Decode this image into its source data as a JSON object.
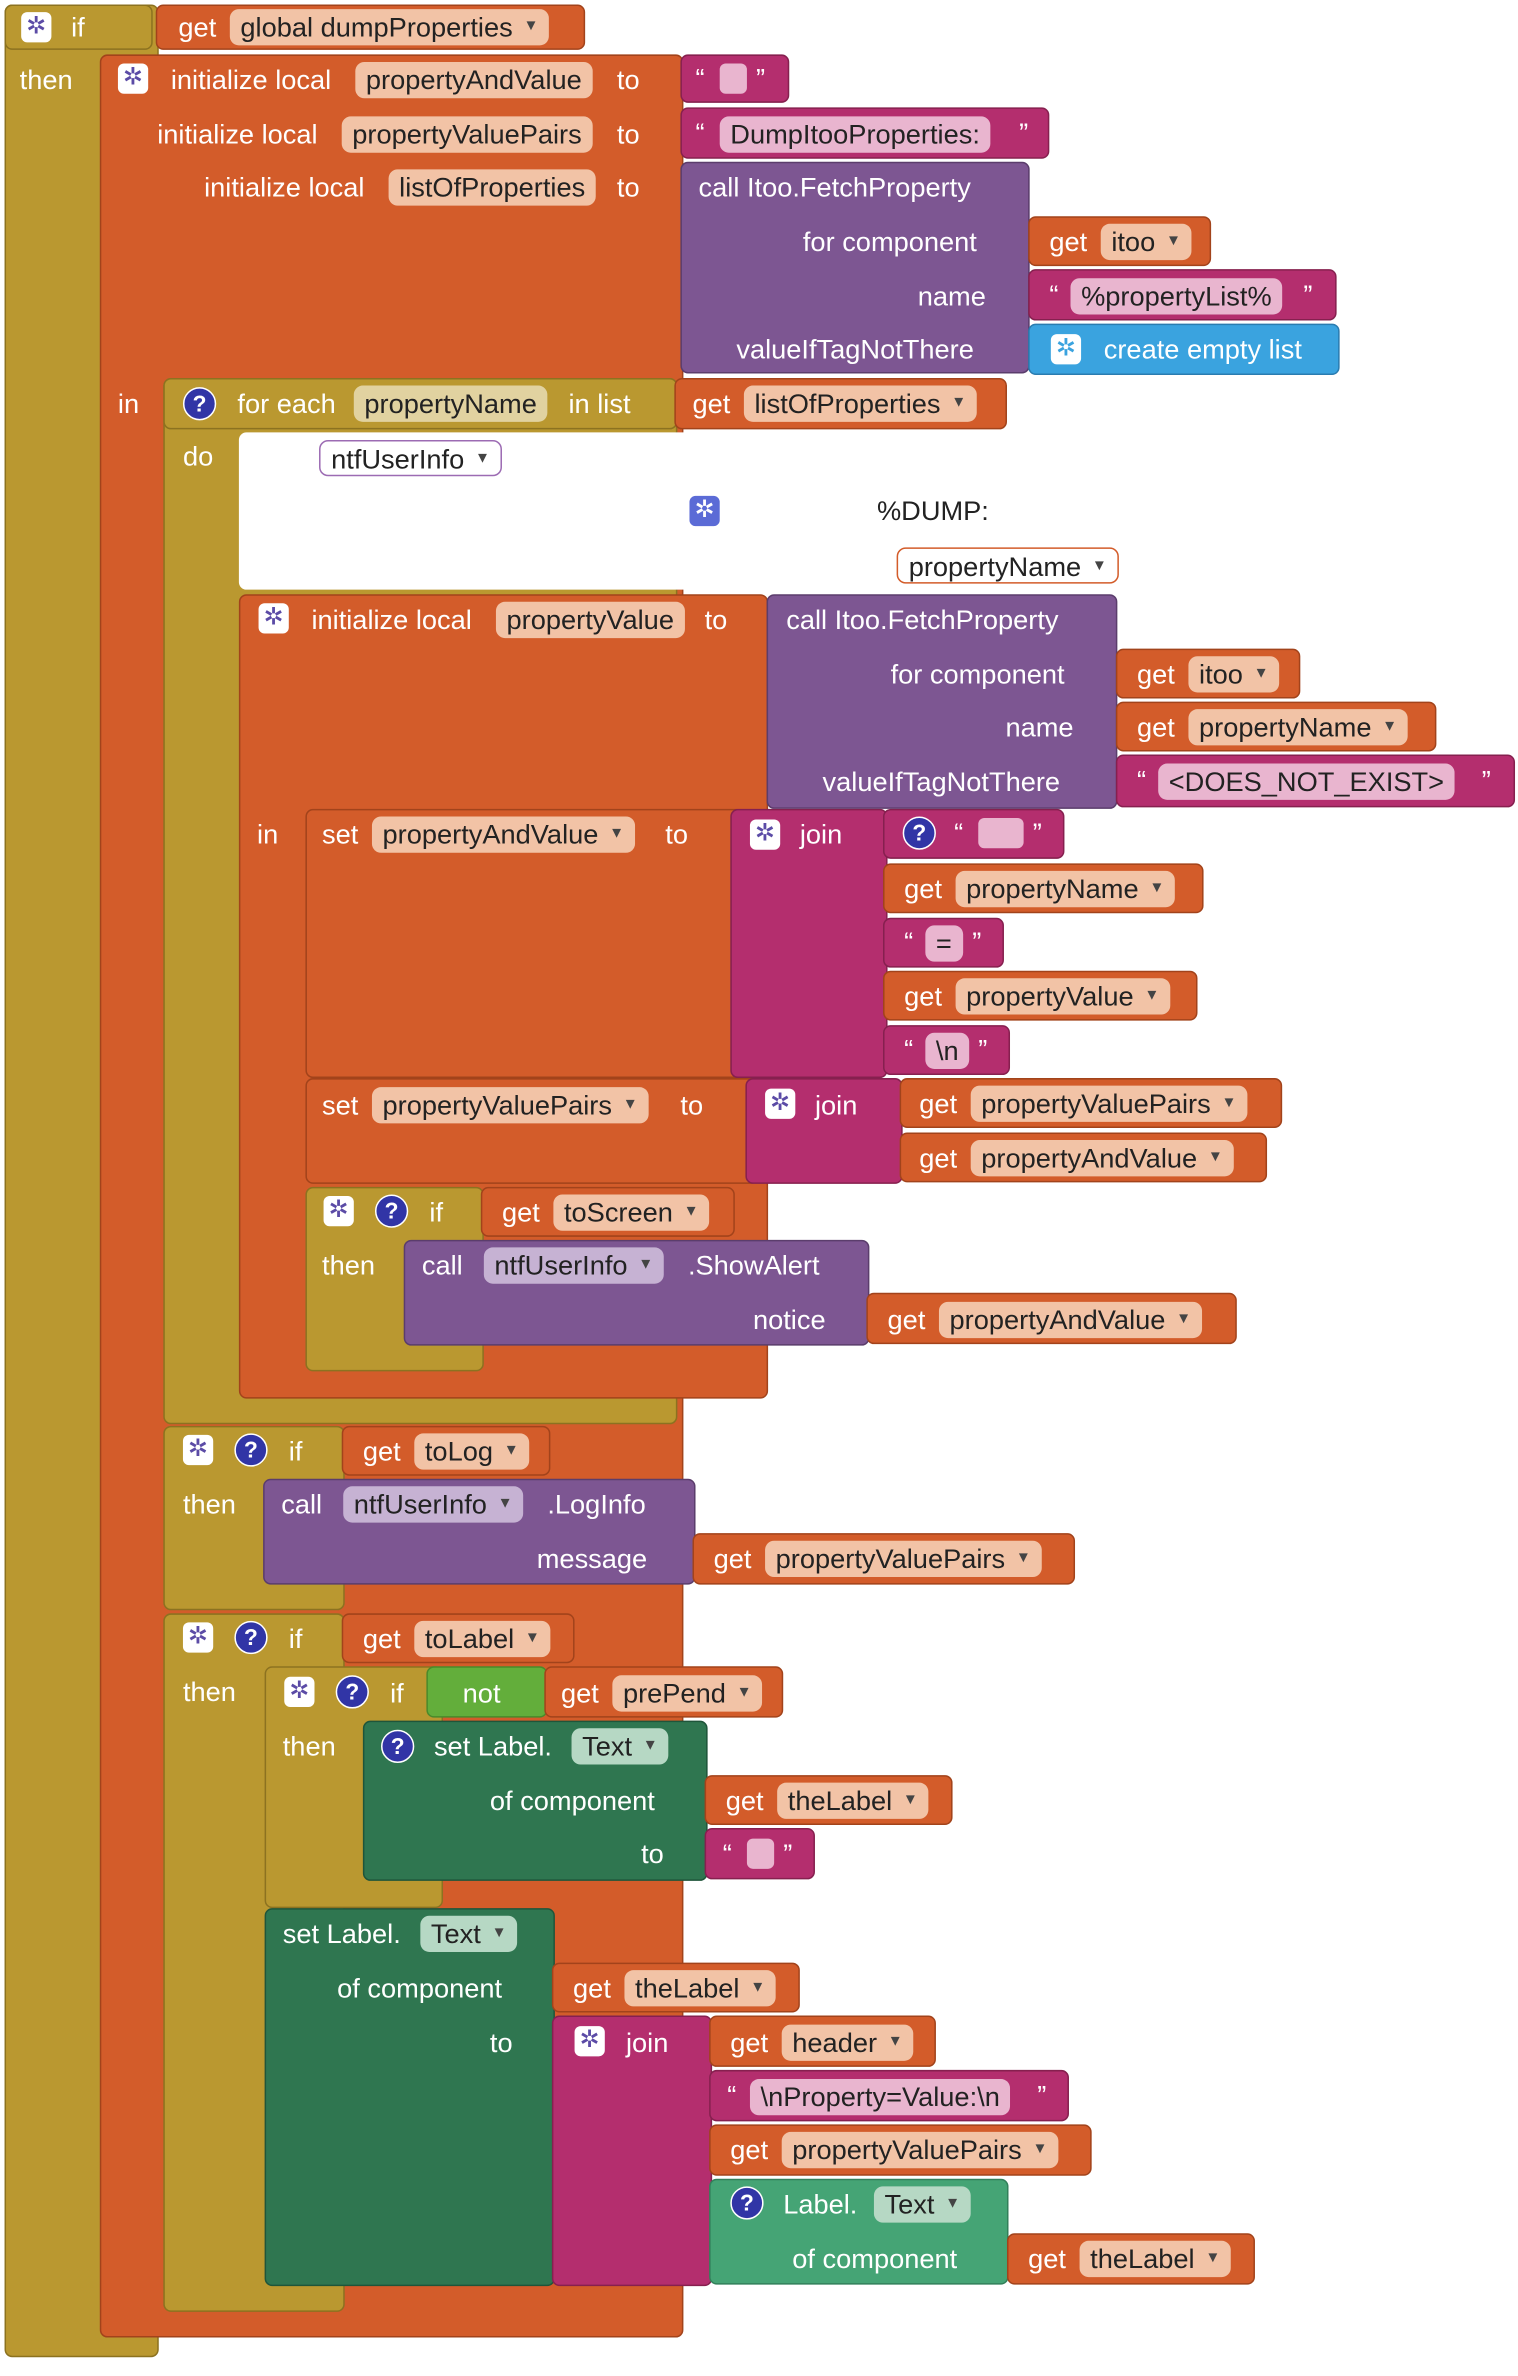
{
  "blocks": {
    "if_outer": {
      "if": "if",
      "then": "then",
      "get": "get",
      "var": "global dumpProperties"
    },
    "init_local": {
      "initialize_local": "initialize local",
      "to": "to",
      "in": "in",
      "v1": "propertyAndValue",
      "v2": "propertyValuePairs",
      "v3": "listOfProperties",
      "dump_str": "DumpItooProperties:",
      "fetch": "call Itoo.FetchProperty",
      "for_component": "for component",
      "name": "name",
      "value_if": "valueIfTagNotThere",
      "itoo": "itoo",
      "prop_list": "%propertyList%",
      "empty_list": "create empty list"
    },
    "foreach": {
      "for_each": "for each",
      "var": "propertyName",
      "in_list": "in list",
      "list": "listOfProperties",
      "do": "do",
      "ntf": "ntfUserInfo",
      "dump_label": "%DUMP:",
      "prop_name": "propertyName"
    },
    "init_value": {
      "var": "propertyValue",
      "does_not_exist": "<DOES_NOT_EXIST>"
    },
    "set1": {
      "set": "set",
      "var": "propertyAndValue",
      "join": "join",
      "eq": "=",
      "nl": "\\n"
    },
    "set2": {
      "var": "propertyValuePairs"
    },
    "if_screen": {
      "cond": "toScreen",
      "call": "call",
      "method": ".ShowAlert",
      "notice": "notice"
    },
    "if_log": {
      "cond": "toLog",
      "method": ".LogInfo",
      "message": "message"
    },
    "if_label": {
      "cond": "toLabel",
      "not": "not",
      "prepend": "prePend",
      "set_label": "set Label.",
      "text": "Text",
      "of_component": "of component",
      "the_label": "theLabel",
      "header": "header",
      "nprop": "\\nProperty=Value:\\n",
      "label_get": "Label."
    },
    "quote_open": "“",
    "quote_close": "”"
  },
  "colors": {
    "control": "#ba9830",
    "variable": "#d35c2a",
    "procedure": "#7d5692",
    "text": "#b42e6e",
    "component": "#2f7650",
    "logic": "#63ae3b",
    "list": "#3aa3df"
  }
}
